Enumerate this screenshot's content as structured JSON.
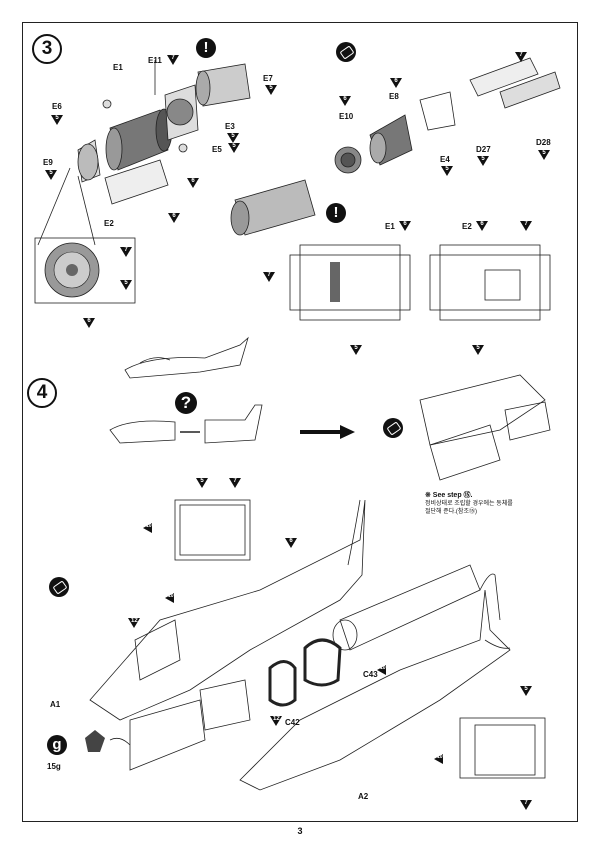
{
  "steps": {
    "step3": "3",
    "step4": "4"
  },
  "parts": {
    "E1": "E1",
    "E2": "E2",
    "E3": "E3",
    "E5": "E5",
    "E6": "E6",
    "E7": "E7",
    "E8": "E8",
    "E9": "E9",
    "E10": "E10",
    "E11": "E11",
    "E4": "E4",
    "D27": "D27",
    "D28": "D28",
    "C42": "C42",
    "C43": "C43",
    "A1": "A1",
    "A2": "A2"
  },
  "colors": {
    "c5": "5",
    "c6": "6",
    "c7": "7",
    "c10": "10",
    "c12": "12"
  },
  "icons": {
    "warning": "!",
    "question": "?"
  },
  "note": {
    "see_step": "※ See step ⑮.",
    "korean_line1": "정비상태로 조립할 경우에는 동체를",
    "korean_line2": "절단해 준다.(참조⑮)"
  },
  "weight": {
    "letter": "g",
    "value": "15g"
  },
  "page_number": "3"
}
